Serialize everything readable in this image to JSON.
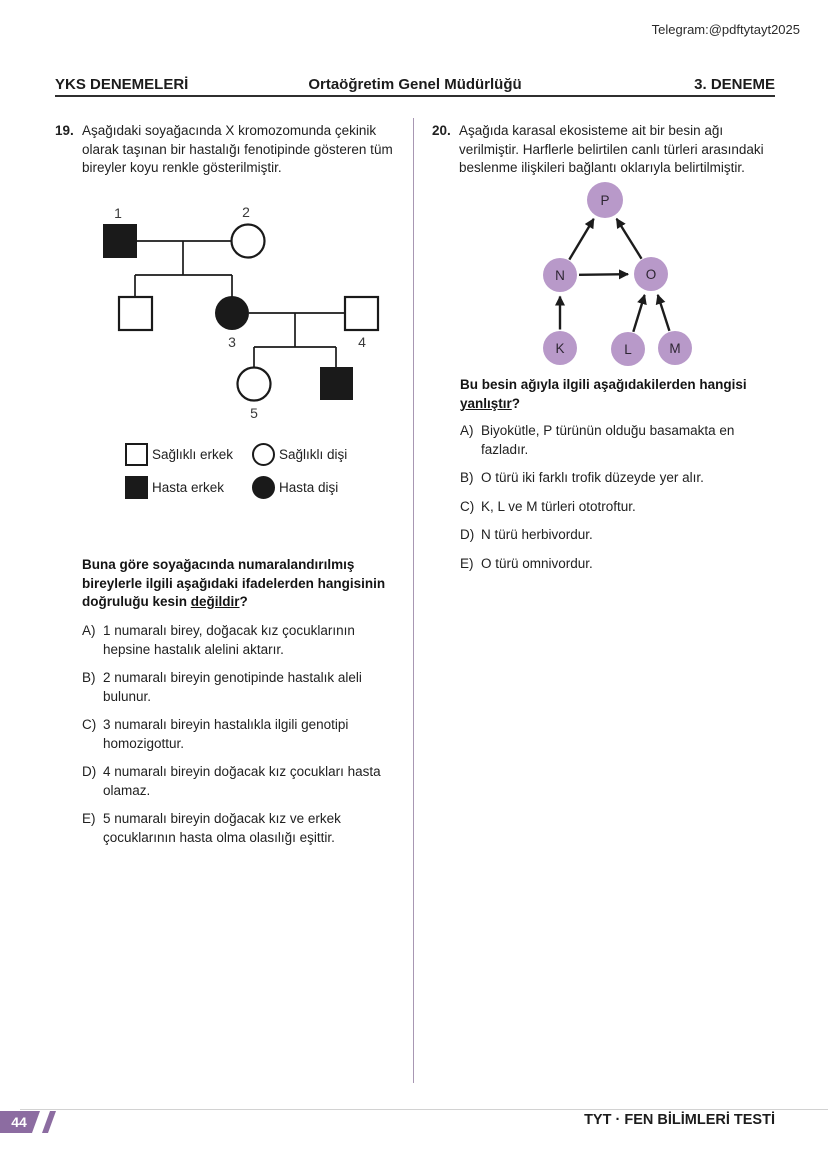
{
  "page": {
    "watermark": "Telegram:@pdftytayt2025"
  },
  "header": {
    "left": "YKS DENEMELERİ",
    "center": "Ortaöğretim Genel Müdürlüğü",
    "right": "3. DENEME"
  },
  "q19": {
    "number": "19.",
    "intro": "Aşağıdaki soyağacında X kromozomunda çekinik olarak taşınan bir hastalığı fenotipinde gösteren tüm bireyler koyu renkle gösterilmiştir.",
    "pedigree": {
      "individuals": [
        {
          "label": "1",
          "sex": "erkek",
          "status": "hasta"
        },
        {
          "label": "2",
          "sex": "dişi",
          "status": "sağlıklı"
        },
        {
          "label": "3",
          "sex": "dişi",
          "status": "hasta"
        },
        {
          "label": "4",
          "sex": "erkek",
          "status": "sağlıklı"
        },
        {
          "label": "5",
          "sex": "dişi",
          "status": "sağlıklı"
        }
      ],
      "unnumbered": [
        {
          "sex": "erkek",
          "status": "sağlıklı",
          "generation": 2
        },
        {
          "sex": "erkek",
          "status": "hasta",
          "generation": 3
        }
      ]
    },
    "legend": [
      {
        "symbol": "open-square",
        "label": "Sağlıklı erkek"
      },
      {
        "symbol": "open-circle",
        "label": "Sağlıklı dişi"
      },
      {
        "symbol": "filled-square",
        "label": "Hasta erkek"
      },
      {
        "symbol": "filled-circle",
        "label": "Hasta dişi"
      }
    ],
    "stem": {
      "prefix": "Buna göre soyağacında numaralandırılmış bireylerle ilgili aşağıdaki ifadelerden hangisinin doğruluğu kesin ",
      "underlined": "değildir",
      "suffix": "?"
    },
    "options": [
      {
        "letter": "A)",
        "text": "1 numaralı birey, doğacak kız çocuklarının hepsine hastalık alelini aktarır."
      },
      {
        "letter": "B)",
        "text": "2 numaralı bireyin genotipinde hastalık aleli bulunur."
      },
      {
        "letter": "C)",
        "text": "3 numaralı bireyin hastalıkla ilgili genotipi homozigottur."
      },
      {
        "letter": "D)",
        "text": "4 numaralı bireyin doğacak kız çocukları hasta olamaz."
      },
      {
        "letter": "E)",
        "text": "5 numaralı bireyin doğacak kız ve erkek çocuklarının hasta olma olasılığı eşittir."
      }
    ]
  },
  "q20": {
    "number": "20.",
    "intro": "Aşağıda karasal ekosisteme ait bir besin ağı verilmiştir. Harflerle belirtilen canlı türleri arasındaki beslenme ilişkileri bağlantı oklarıyla belirtilmiştir.",
    "food_web": {
      "nodes": [
        "P",
        "N",
        "O",
        "K",
        "L",
        "M"
      ],
      "edges": [
        [
          "N",
          "P"
        ],
        [
          "O",
          "P"
        ],
        [
          "N",
          "O"
        ],
        [
          "K",
          "N"
        ],
        [
          "L",
          "O"
        ],
        [
          "M",
          "O"
        ]
      ],
      "node_color": "#b899c9"
    },
    "stem": {
      "prefix": "Bu besin ağıyla ilgili aşağıdakilerden hangisi ",
      "underlined": "yanlıştır",
      "suffix": "?"
    },
    "options": [
      {
        "letter": "A)",
        "text": "Biyokütle, P türünün olduğu basamakta en fazladır."
      },
      {
        "letter": "B)",
        "text": "O türü iki farklı trofik düzeyde yer alır."
      },
      {
        "letter": "C)",
        "text": "K, L ve M türleri ototroftur."
      },
      {
        "letter": "D)",
        "text": "N türü herbivordur."
      },
      {
        "letter": "E)",
        "text": "O türü omnivordur."
      }
    ]
  },
  "footer": {
    "page_number": "44",
    "label": "TYT · FEN BİLİMLERİ TESTİ"
  },
  "colors": {
    "node_purple": "#b899c9",
    "badge_purple": "#8c6ca1",
    "divider": "#a897b3",
    "ink": "#1a1a1a"
  }
}
